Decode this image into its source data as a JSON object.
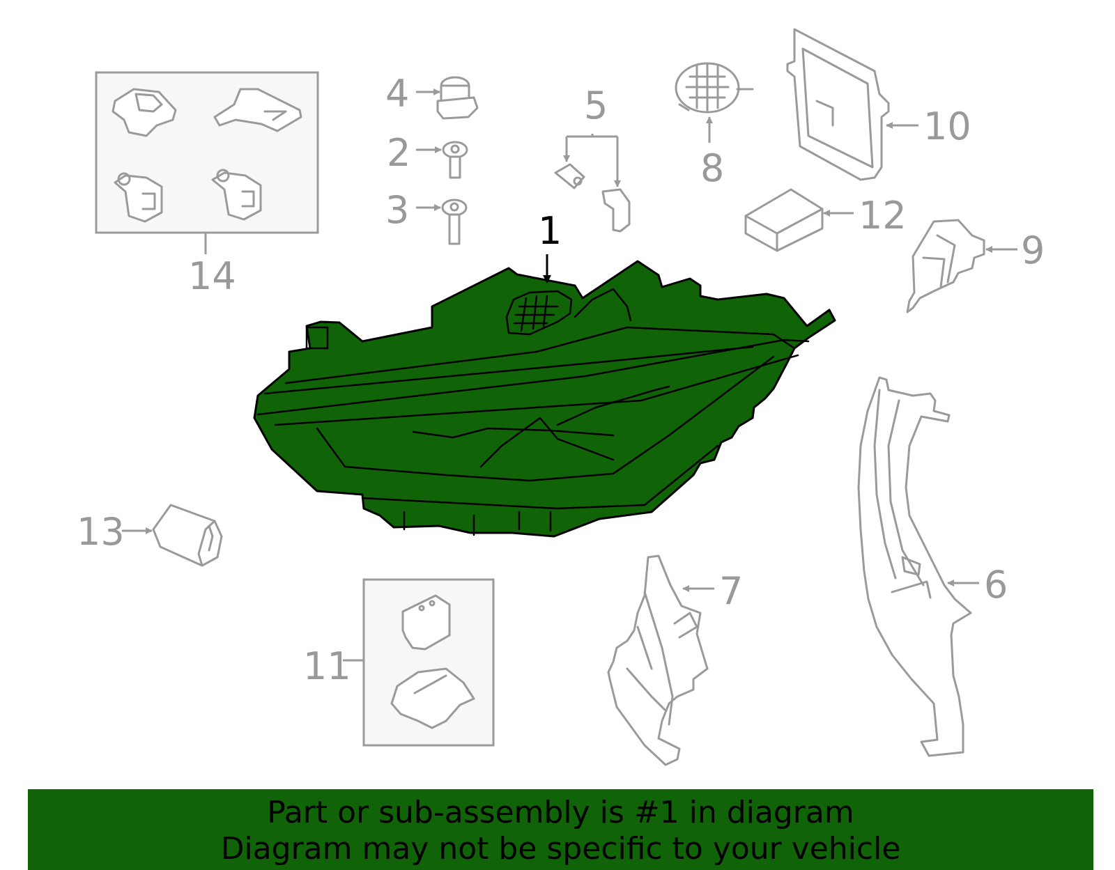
{
  "diagram": {
    "highlight_color": "#116308",
    "callouts": {
      "c1": "1",
      "c2": "2",
      "c3": "3",
      "c4": "4",
      "c5": "5",
      "c6": "6",
      "c7": "7",
      "c8": "8",
      "c9": "9",
      "c10": "10",
      "c11": "11",
      "c12": "12",
      "c13": "13",
      "c14": "14"
    }
  },
  "banner": {
    "line1": "Part or sub-assembly is #1 in diagram",
    "line2": "Diagram may not be specific to your vehicle"
  }
}
